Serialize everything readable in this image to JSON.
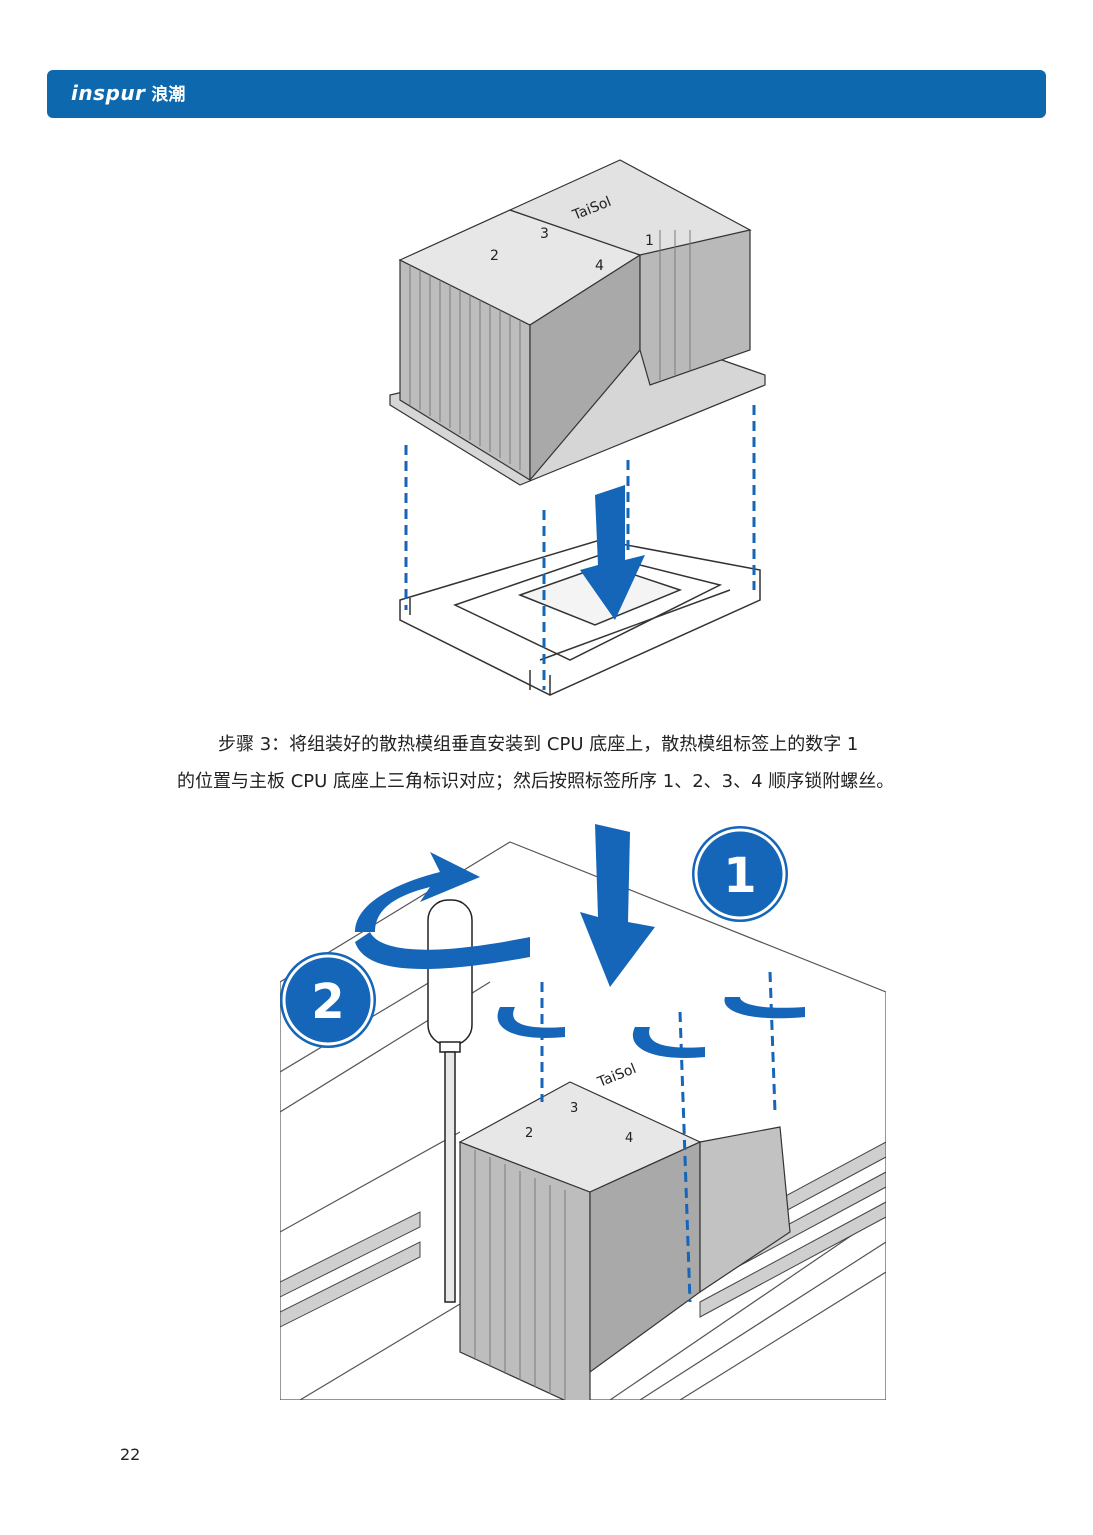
{
  "header": {
    "brand_en": "inspur",
    "brand_zh": "浪潮"
  },
  "figure_top": {
    "label_brand": "TaiSol",
    "numbers": [
      "1",
      "2",
      "3",
      "4"
    ]
  },
  "figure_bottom": {
    "label_brand": "TaiSol",
    "callouts": [
      "1",
      "2"
    ],
    "numbers": [
      "2",
      "3",
      "4"
    ]
  },
  "caption": {
    "line1": "步骤 3：将组装好的散热模组垂直安装到 CPU 底座上，散热模组标签上的数字 1",
    "line2": "的位置与主板 CPU 底座上三角标识对应；然后按照标签所序 1、2、3、4 顺序锁附螺丝。"
  },
  "page_number": "22",
  "colors": {
    "brand_blue": "#0d68ad",
    "arrow_blue": "#1565b8",
    "line_gray": "#555555"
  }
}
